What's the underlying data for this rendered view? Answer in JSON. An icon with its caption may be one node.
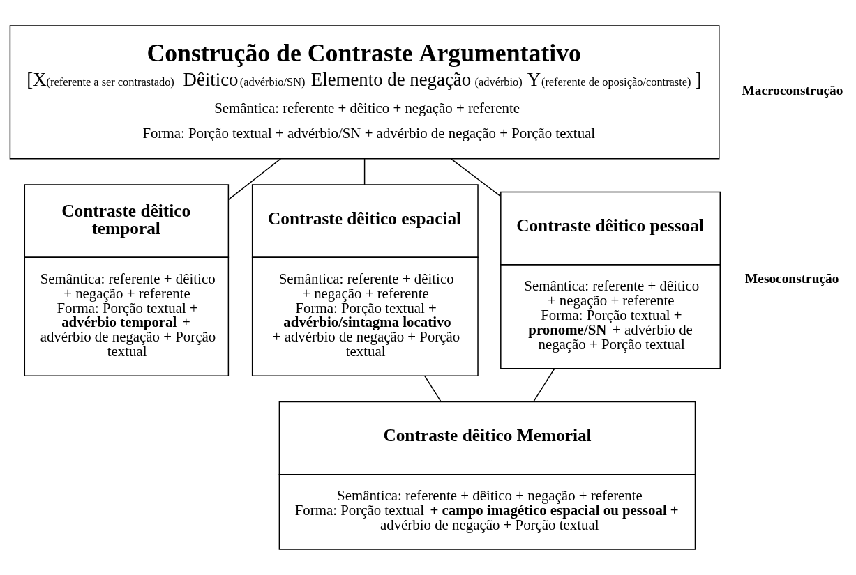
{
  "diagram": {
    "nodes": [
      {
        "text": [
          "Construção de Contraste Argumentativo",
          "[X$_{(referente a ser contrastado)}$ Dêitico$_{(advérbio/SN)}$ Elemento de negação$_{(advérbio)}$ Y$_{(referente de oposição/contraste)}$]",
          "Semântica: referente + dêitico + negação + referente",
          "Forma: Porção textual + advérbio/SN + advérbio de negação + Porção textual"
        ]
      },
      {
        "text": [
          "Contraste dêitico temporal",
          "Semântica: referente + dêitico + negação + referente",
          "Forma: Porção textual + **advérbio temporal** + advérbio de negação + Porção textual"
        ]
      },
      {
        "text": [
          "Contraste dêitico espacial",
          "Semântica: referente + dêitico + negação + referente",
          "Forma: Porção textual + **advérbio/sintagma locativo** + advérbio de negação + Porção textual"
        ]
      },
      {
        "text": [
          "Contraste dêitico pessoal",
          "Semântica: referente + dêitico + negação + referente",
          "Forma: Porção textual + **pronome/SN** + advérbio de negação + Porção textual"
        ]
      },
      {
        "text": [
          "Contraste dêitico Memorial",
          "Semântica: referente + dêitico + negação + referente",
          "Forma: Porção textual **+ campo imagético espacial ou pessoal** + advérbio de negação + Porção textual"
        ]
      }
    ],
    "edges": [
      {
        "from": 0,
        "to": 1,
        "arrow": "none"
      },
      {
        "from": 0,
        "to": 2,
        "arrow": "none"
      },
      {
        "from": 0,
        "to": 3,
        "arrow": "none"
      },
      {
        "from": 2,
        "to": 4,
        "arrow": "none"
      },
      {
        "from": 3,
        "to": 4,
        "arrow": "none"
      }
    ],
    "labels": [
      "Macroconstrução",
      "Mesoconstrução"
    ]
  }
}
